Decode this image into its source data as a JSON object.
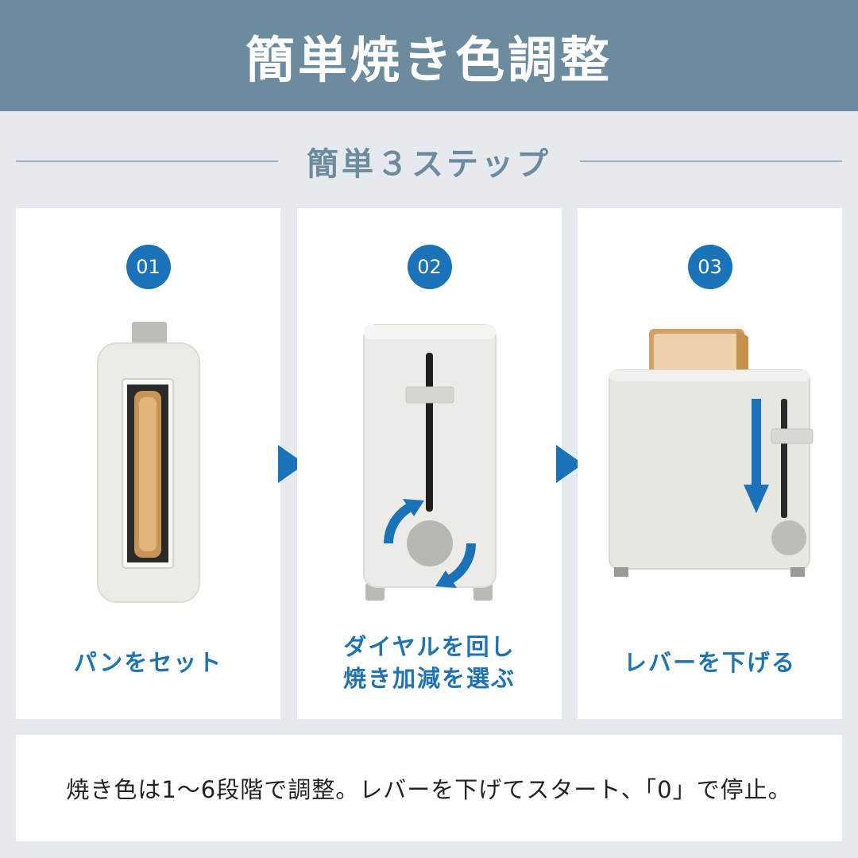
{
  "header": {
    "title": "簡単焼き色調整"
  },
  "subtitle": "簡単３ステップ",
  "steps": [
    {
      "number": "01",
      "caption_lines": [
        "パンをセット"
      ]
    },
    {
      "number": "02",
      "caption_lines": [
        "ダイヤルを回し",
        "焼き加減を選ぶ"
      ]
    },
    {
      "number": "03",
      "caption_lines": [
        "レバーを下げる"
      ]
    }
  ],
  "note": "焼き色は1〜6段階で調整。レバーを下げてスタート、「0」で停止。",
  "colors": {
    "header_bg": "#6d8b9e",
    "accent": "#1a73b8",
    "page_bg": "#e6eaee"
  },
  "icons": [
    "step-arrow-icon",
    "rotate-arrows-icon",
    "down-arrow-icon"
  ]
}
